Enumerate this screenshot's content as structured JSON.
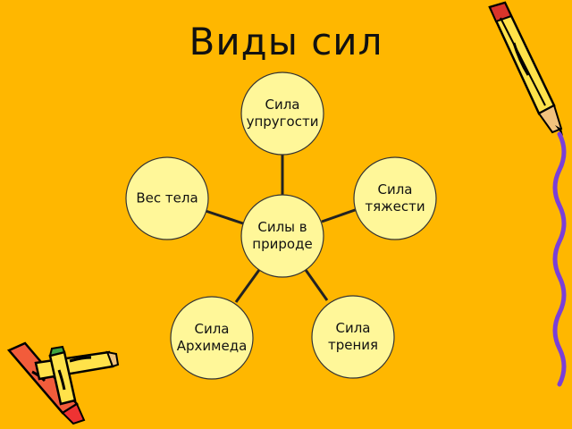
{
  "title": "Виды сил",
  "colors": {
    "background": "#FFB700",
    "node_fill": "#FFF799",
    "node_stroke": "#333333",
    "edge": "#222222"
  },
  "center": {
    "line1": "Силы в",
    "line2": "природе"
  },
  "nodes": [
    {
      "id": "elastic",
      "line1": "Сила",
      "line2": "упругости"
    },
    {
      "id": "gravity",
      "line1": "Сила",
      "line2": "тяжести"
    },
    {
      "id": "friction",
      "line1": "Сила",
      "line2": "трения"
    },
    {
      "id": "archimedes",
      "line1": "Сила",
      "line2": "Архимеда"
    },
    {
      "id": "weight",
      "line1": "Вес тела",
      "line2": ""
    }
  ]
}
